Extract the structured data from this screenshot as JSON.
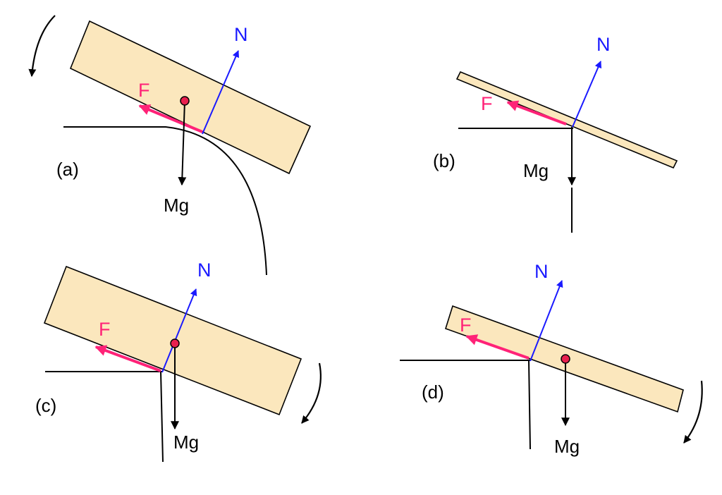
{
  "colors": {
    "block_fill": "#fbe7bd",
    "outline": "#000000",
    "normal_force": "#1a1aff",
    "friction_force": "#ff2277",
    "center_of_mass": "#e8204e",
    "weight": "#000000"
  },
  "labels": {
    "normal": "N",
    "friction": "F",
    "weight": "Mg"
  },
  "panels": [
    {
      "id": "a",
      "caption": "(a)",
      "rotation_arrow": "counterclockwise"
    },
    {
      "id": "b",
      "caption": "(b)"
    },
    {
      "id": "c",
      "caption": "(c)",
      "rotation_arrow": "clockwise"
    },
    {
      "id": "d",
      "caption": "(d)",
      "rotation_arrow": "clockwise"
    }
  ]
}
